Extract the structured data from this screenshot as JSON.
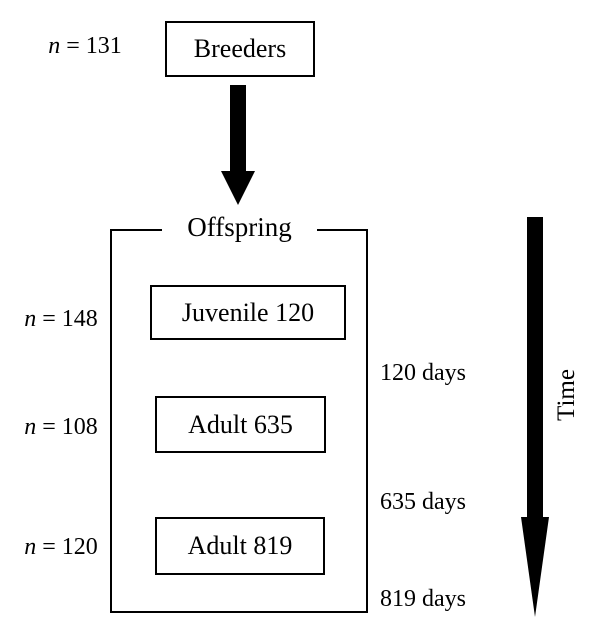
{
  "colors": {
    "ink": "#000000",
    "background": "#ffffff"
  },
  "breeders": {
    "box_label": "Breeders",
    "sample_size": "n = 131"
  },
  "offspring": {
    "group_label": "Offspring",
    "stages": [
      {
        "box_label": "Juvenile 120",
        "sample_size": "n = 148",
        "time_marker": "120 days"
      },
      {
        "box_label": "Adult 635",
        "sample_size": "n = 108",
        "time_marker": "635 days"
      },
      {
        "box_label": "Adult 819",
        "sample_size": "n = 120",
        "time_marker": "819 days"
      }
    ]
  },
  "time_axis": {
    "label": "Time"
  }
}
